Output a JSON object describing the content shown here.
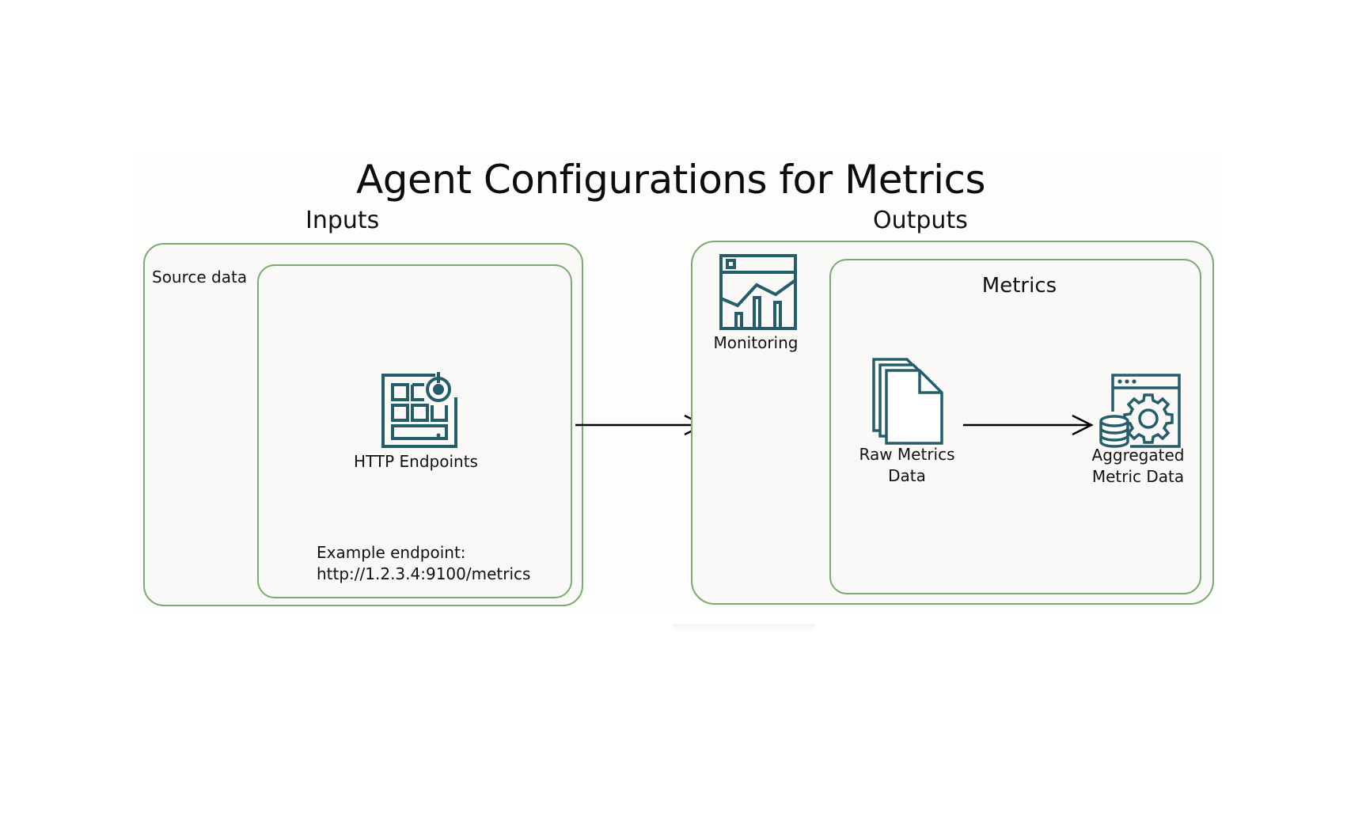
{
  "diagram": {
    "title": "Agent Configurations for Metrics",
    "colors": {
      "group_border": "#7aaa6e",
      "group_fill": "#faf9f7",
      "icon_stroke": "#245e6a",
      "arrow": "#000000"
    },
    "inputs": {
      "heading": "Inputs",
      "source_group_label": "Source data",
      "http_endpoints": {
        "icon": "http-endpoints-icon",
        "label": "HTTP Endpoints"
      },
      "example_endpoint_label": "Example endpoint:",
      "example_endpoint_url": "http://1.2.3.4:9100/metrics"
    },
    "outputs": {
      "heading": "Outputs",
      "monitoring": {
        "icon": "monitoring-icon",
        "label": "Monitoring"
      },
      "metrics_group_label": "Metrics",
      "raw_metrics": {
        "icon": "documents-icon",
        "label_line1": "Raw Metrics",
        "label_line2": "Data"
      },
      "aggregated_metrics": {
        "icon": "aggregated-data-icon",
        "label_line1": "Aggregated",
        "label_line2": "Metric Data"
      }
    }
  }
}
